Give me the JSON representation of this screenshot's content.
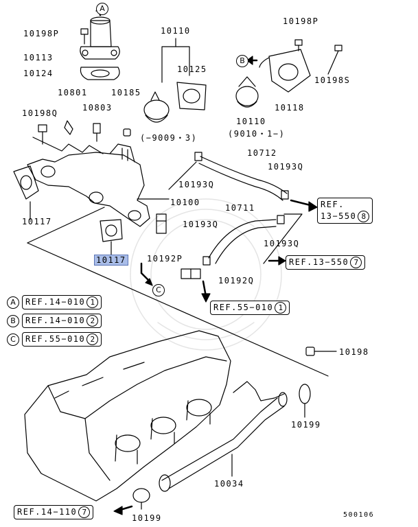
{
  "part_labels": {
    "p10198P_a": "10198P",
    "p10113": "10113",
    "p10124": "10124",
    "p10110_a": "10110",
    "p10125": "10125",
    "p10198P_b": "10198P",
    "p10198S": "10198S",
    "p10118": "10118",
    "p10110_b": "10110",
    "p9010": "(9010・1−)",
    "p9009": "(−9009・3)",
    "p10801": "10801",
    "p10185": "10185",
    "p10198Q": "10198Q",
    "p10803": "10803",
    "p10712": "10712",
    "p10193Q_a": "10193Q",
    "p10193Q_b": "10193Q",
    "p10100": "10100",
    "p10711": "10711",
    "p10117_a": "10117",
    "p10193Q_c": "10193Q",
    "p10193Q_d": "10193Q",
    "p10117_b": "10117",
    "p10192P": "10192P",
    "p10192Q": "10192Q",
    "p10198": "10198",
    "p10199_a": "10199",
    "p10034": "10034",
    "p10199_b": "10199",
    "diagram_code": "500106"
  },
  "callouts": {
    "a": "A",
    "b": "B",
    "c": "C"
  },
  "refs": {
    "r13_550_8": {
      "text": "REF.",
      "text2": "13−550",
      "num": "8"
    },
    "r13_550_7": {
      "text": "REF.13−550",
      "num": "7"
    },
    "r55_010_1": {
      "text": "REF.55−010",
      "num": "1"
    },
    "r14_110_7": {
      "text": "REF.14−110",
      "num": "7"
    }
  },
  "legend": [
    {
      "key": "A",
      "text": "REF.14−010",
      "num": "1"
    },
    {
      "key": "B",
      "text": "REF.14−010",
      "num": "2"
    },
    {
      "key": "C",
      "text": "REF.55−010",
      "num": "2"
    }
  ]
}
